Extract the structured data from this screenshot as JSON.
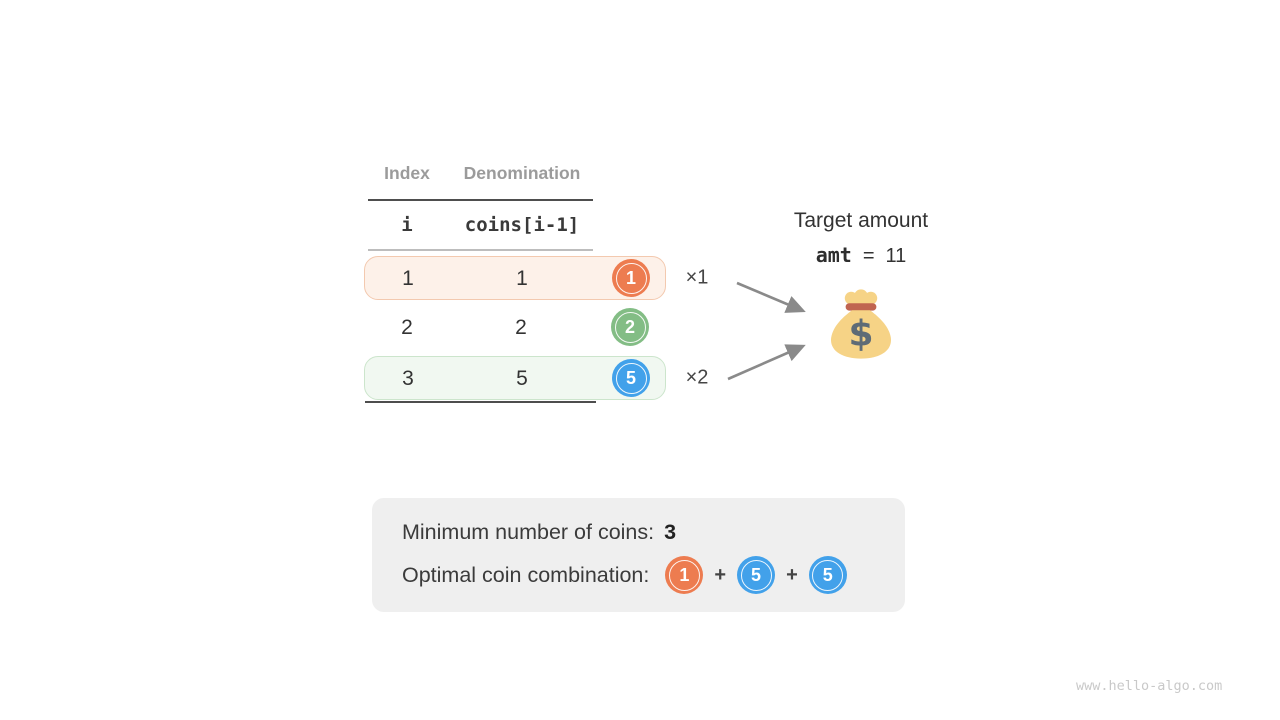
{
  "table": {
    "headers": {
      "index": "Index",
      "denomination": "Denomination"
    },
    "subheaders": {
      "index": "i",
      "denomination": "coins[i-1]"
    },
    "rows": [
      {
        "index": "1",
        "denomination": "1",
        "coin": "1",
        "coin_color": "orange",
        "multiplier": "×1",
        "highlight": "orange"
      },
      {
        "index": "2",
        "denomination": "2",
        "coin": "2",
        "coin_color": "green",
        "multiplier": "",
        "highlight": "none"
      },
      {
        "index": "3",
        "denomination": "5",
        "coin": "5",
        "coin_color": "blue",
        "multiplier": "×2",
        "highlight": "green"
      }
    ]
  },
  "target": {
    "label": "Target amount",
    "variable": "amt",
    "equals": "=",
    "value": "11",
    "bag_symbol": "$"
  },
  "summary": {
    "min_label": "Minimum number of coins:",
    "min_value": "3",
    "opt_label": "Optimal coin combination:",
    "plus": "+",
    "coins": [
      {
        "label": "1",
        "color": "orange"
      },
      {
        "label": "5",
        "color": "blue"
      },
      {
        "label": "5",
        "color": "blue"
      }
    ]
  },
  "watermark": {
    "text": "www.hello-algo.com"
  },
  "colors": {
    "coin_orange": "#ED7C50",
    "coin_green": "#83BD85",
    "coin_blue": "#42A1EA",
    "row_highlight_orange_bg": "#FDF1E9",
    "row_highlight_orange_border": "#F3C9AF",
    "row_highlight_green_bg": "#F1F8F1",
    "row_highlight_green_border": "#CCE5CC",
    "summary_bg": "#EFEFEF",
    "arrow_gray": "#8A8A8A",
    "header_gray": "#9B9B9B",
    "bag_body": "#F6D386",
    "bag_band": "#C06450",
    "bag_dollar": "#5E6B76"
  }
}
